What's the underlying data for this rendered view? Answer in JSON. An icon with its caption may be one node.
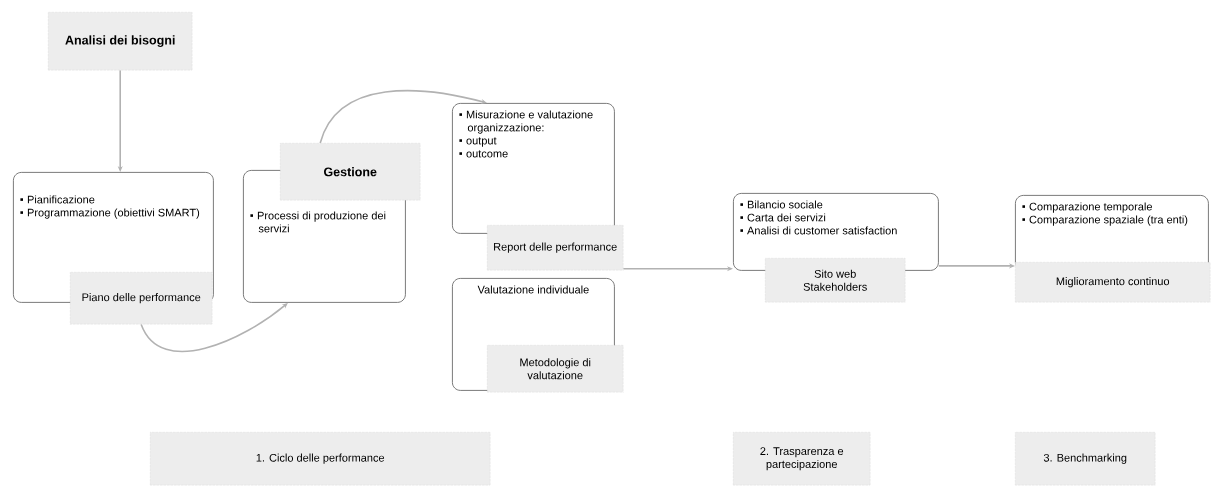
{
  "diagram": {
    "nodes": [
      {
        "text": [
          "Analisi dei bisogni"
        ]
      },
      {
        "text": [
          "Pianificazione",
          "Programmazione (obiettivi SMART)"
        ]
      },
      {
        "text": [
          "Piano delle performance"
        ]
      },
      {
        "text": [
          "Processi di produzione dei servizi"
        ]
      },
      {
        "text": [
          "Gestione"
        ]
      },
      {
        "text": [
          "Misurazione e valutazione organizzazione:",
          "output",
          "outcome"
        ]
      },
      {
        "text": [
          "Report delle performance"
        ]
      },
      {
        "text": [
          "Valutazione individuale"
        ]
      },
      {
        "text": [
          "Metodologie di valutazione"
        ]
      },
      {
        "text": [
          "Bilancio sociale",
          "Carta dei servizi",
          "Analisi di customer satisfaction"
        ]
      },
      {
        "text": [
          "Sito web",
          "Stakeholders"
        ]
      },
      {
        "text": [
          "Comparazione temporale",
          "Comparazione spaziale (tra enti)"
        ]
      },
      {
        "text": [
          "Miglioramento continuo"
        ]
      },
      {
        "text": [
          "1. Ciclo delle performance"
        ]
      },
      {
        "text": [
          "2. Trasparenza e partecipazione"
        ]
      },
      {
        "text": [
          "3. Benchmarking"
        ]
      }
    ],
    "edges": [
      {
        "from": 0,
        "to": 1,
        "arrow": "to"
      },
      {
        "from": 2,
        "to": 3,
        "arrow": "to"
      },
      {
        "from": 4,
        "to": 5,
        "arrow": "to"
      },
      {
        "from": 6,
        "to": 9,
        "arrow": "to"
      },
      {
        "from": 9,
        "to": 11,
        "arrow": "to"
      }
    ]
  }
}
